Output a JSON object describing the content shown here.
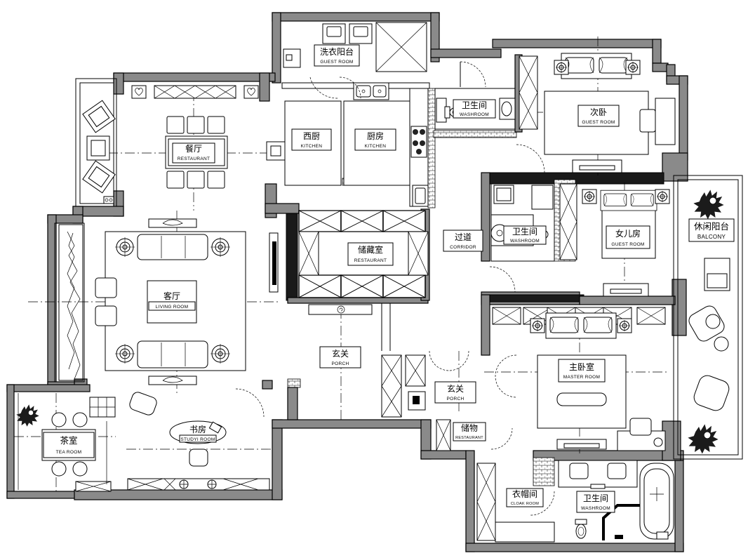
{
  "rooms": {
    "laundry": {
      "cn": "洗衣阳台",
      "en": "GUEST ROOM"
    },
    "wash1": {
      "cn": "卫生间",
      "en": "WASHROOM"
    },
    "bedroom2": {
      "cn": "次卧",
      "en": "GUEST ROOM"
    },
    "restaurant": {
      "cn": "餐厅",
      "en": "RESTAURANT"
    },
    "west_kitchen": {
      "cn": "西厨",
      "en": "KITCHEN"
    },
    "kitchen": {
      "cn": "厨房",
      "en": "KITCHEN"
    },
    "corridor": {
      "cn": "过道",
      "en": "CORRIDOR"
    },
    "storage": {
      "cn": "储藏室",
      "en": "RESTAURANT"
    },
    "wash2": {
      "cn": "卫生间",
      "en": "WASHROOM"
    },
    "daughter": {
      "cn": "女儿房",
      "en": "GUEST ROOM"
    },
    "balcony": {
      "cn": "休闲阳台",
      "en": "BALCONY"
    },
    "living": {
      "cn": "客厅",
      "en": "LIVING ROOM"
    },
    "porch1": {
      "cn": "玄关",
      "en": "PORCH"
    },
    "master": {
      "cn": "主卧室",
      "en": "MASTER ROOM"
    },
    "porch2": {
      "cn": "玄关",
      "en": "PORCH"
    },
    "study": {
      "cn": "书房",
      "en": "STUDYI ROOM"
    },
    "tea": {
      "cn": "茶室",
      "en": "TEA ROOM"
    },
    "store": {
      "cn": "储物",
      "en": "RESTAURANT"
    },
    "cloak": {
      "cn": "衣帽间",
      "en": "CLOAK ROOM"
    },
    "wash3": {
      "cn": "卫生间",
      "en": "WASHROOM"
    }
  },
  "colors": {
    "wall": "#8a8a8a",
    "solid_wall": "#1a1a1a",
    "line": "#000000",
    "background": "#ffffff"
  },
  "icons": [
    "plant-icon",
    "armchair-icon",
    "bed-icon",
    "toilet-icon",
    "bathtub-icon",
    "stove-icon",
    "sink-icon",
    "lamp-icon",
    "desk-icon",
    "heart-icon"
  ]
}
